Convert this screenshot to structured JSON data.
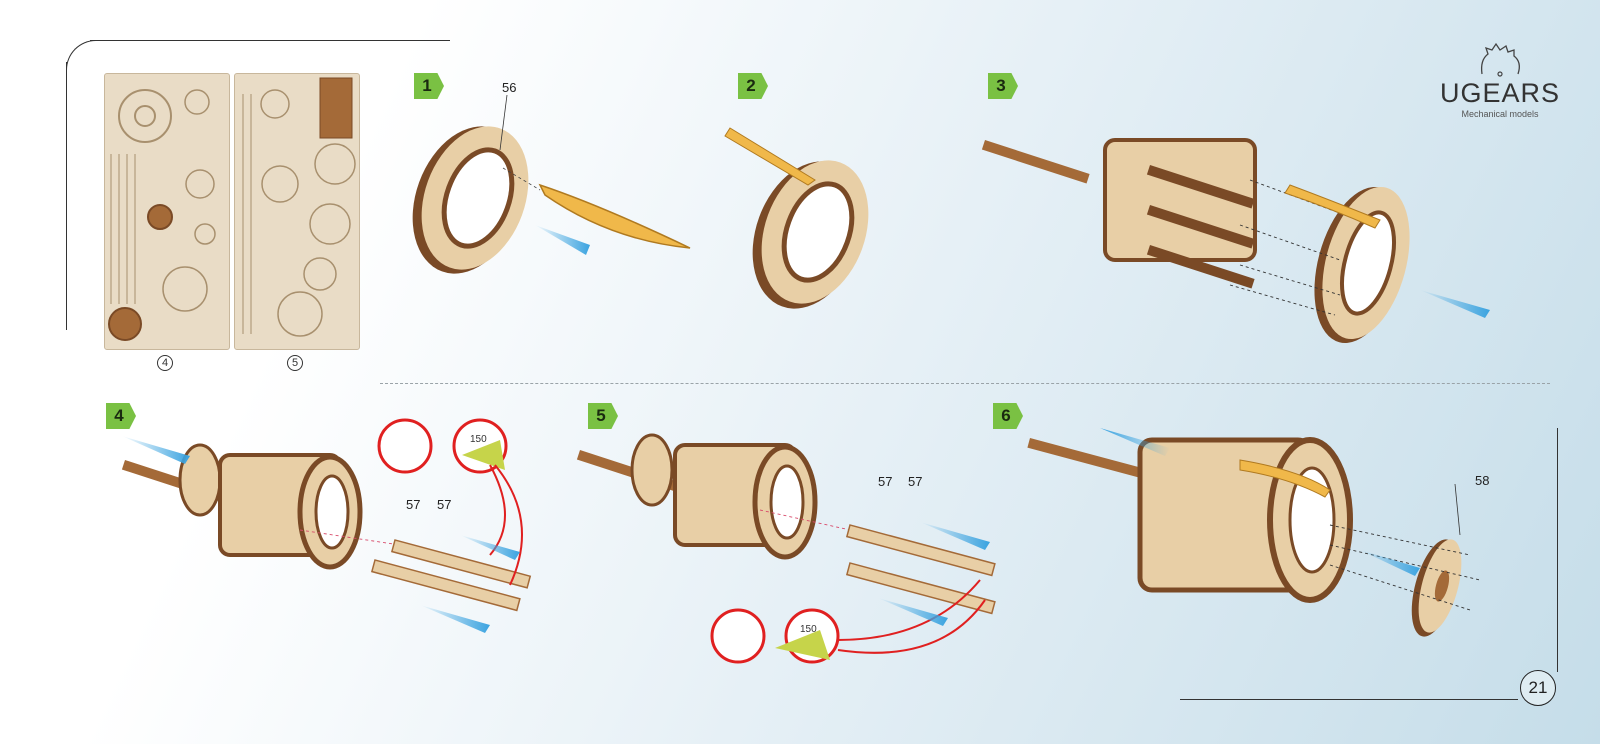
{
  "brand": {
    "name": "UGEARS",
    "tagline": "Mechanical models"
  },
  "sheets": [
    {
      "number": "4"
    },
    {
      "number": "5"
    }
  ],
  "steps": [
    {
      "number": "1",
      "parts": [
        "56"
      ]
    },
    {
      "number": "2",
      "parts": []
    },
    {
      "number": "3",
      "parts": []
    },
    {
      "number": "4",
      "parts": [
        "57",
        "57"
      ]
    },
    {
      "number": "5",
      "parts": [
        "57",
        "57"
      ]
    },
    {
      "number": "6",
      "parts": [
        "58"
      ]
    }
  ],
  "sandpaper_grit": "150",
  "page_number": "21",
  "colors": {
    "step_badge": "#7ac143",
    "wood": "#e8cfa6",
    "wood_dark": "#7a4a26",
    "arrow": "#3aa3e0",
    "rubber_band": "#f0b84a",
    "guide_red": "#e02020"
  }
}
